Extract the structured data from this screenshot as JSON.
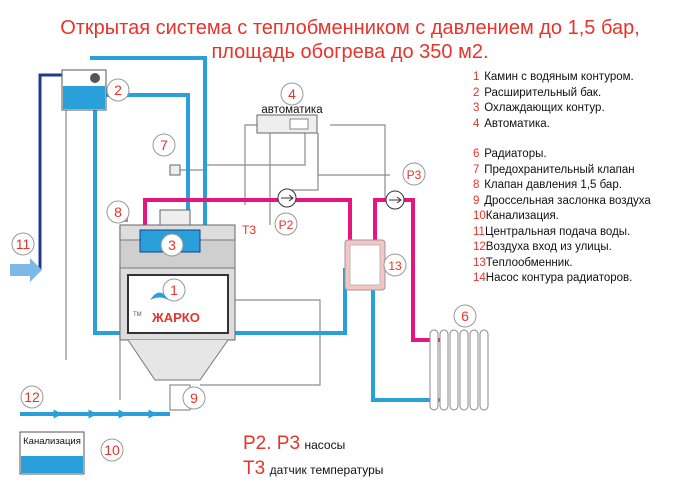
{
  "title": {
    "line1": "Открытая система с теплобменником с давлением до 1,5 бар,",
    "line2": "площадь обогрева до 350 м2."
  },
  "legend": [
    {
      "num": "1",
      "text": "Камин с водяным контуром."
    },
    {
      "num": "2",
      "text": "Расширительный бак."
    },
    {
      "num": "3",
      "text": "Охлаждающих контур."
    },
    {
      "num": "4",
      "text": "Автоматика."
    },
    {
      "num": "6",
      "text": "Радиаторы."
    },
    {
      "num": "7",
      "text": "Предохранительный клапан"
    },
    {
      "num": "8",
      "text": "Клапан давления 1,5 бар."
    },
    {
      "num": "9",
      "text": "Дроссельная заслонка воздуха"
    },
    {
      "num": "10",
      "text": "Канализация."
    },
    {
      "num": "11",
      "text": "Центральная подача воды."
    },
    {
      "num": "12",
      "text": "Воздуха вход из улицы."
    },
    {
      "num": "13",
      "text": "Теплообменник."
    },
    {
      "num": "14",
      "text": "Насос контура радиаторов."
    }
  ],
  "notes": {
    "pumps_code": "P2. P3",
    "pumps_text": "насосы",
    "sensor_code": "T3",
    "sensor_text": "датчик температуры"
  },
  "labels": {
    "automation": "автоматика",
    "sewer": "Канализация",
    "brand": "ЖАРКО",
    "tm": "TM",
    "p2": "P2",
    "p3": "P3",
    "t3": "T3",
    "n1": "1",
    "n2": "2",
    "n3": "3",
    "n4": "4",
    "n6": "6",
    "n7": "7",
    "n8": "8",
    "n9": "9",
    "n10": "10",
    "n11": "11",
    "n12": "12",
    "n13": "13"
  },
  "colors": {
    "hot_pipe": "#e5177e",
    "cold_pipe": "#2aa0da",
    "supply_pipe": "#1f3c8c",
    "wire": "#8c8c8c",
    "accent_red": "#e8332a"
  }
}
